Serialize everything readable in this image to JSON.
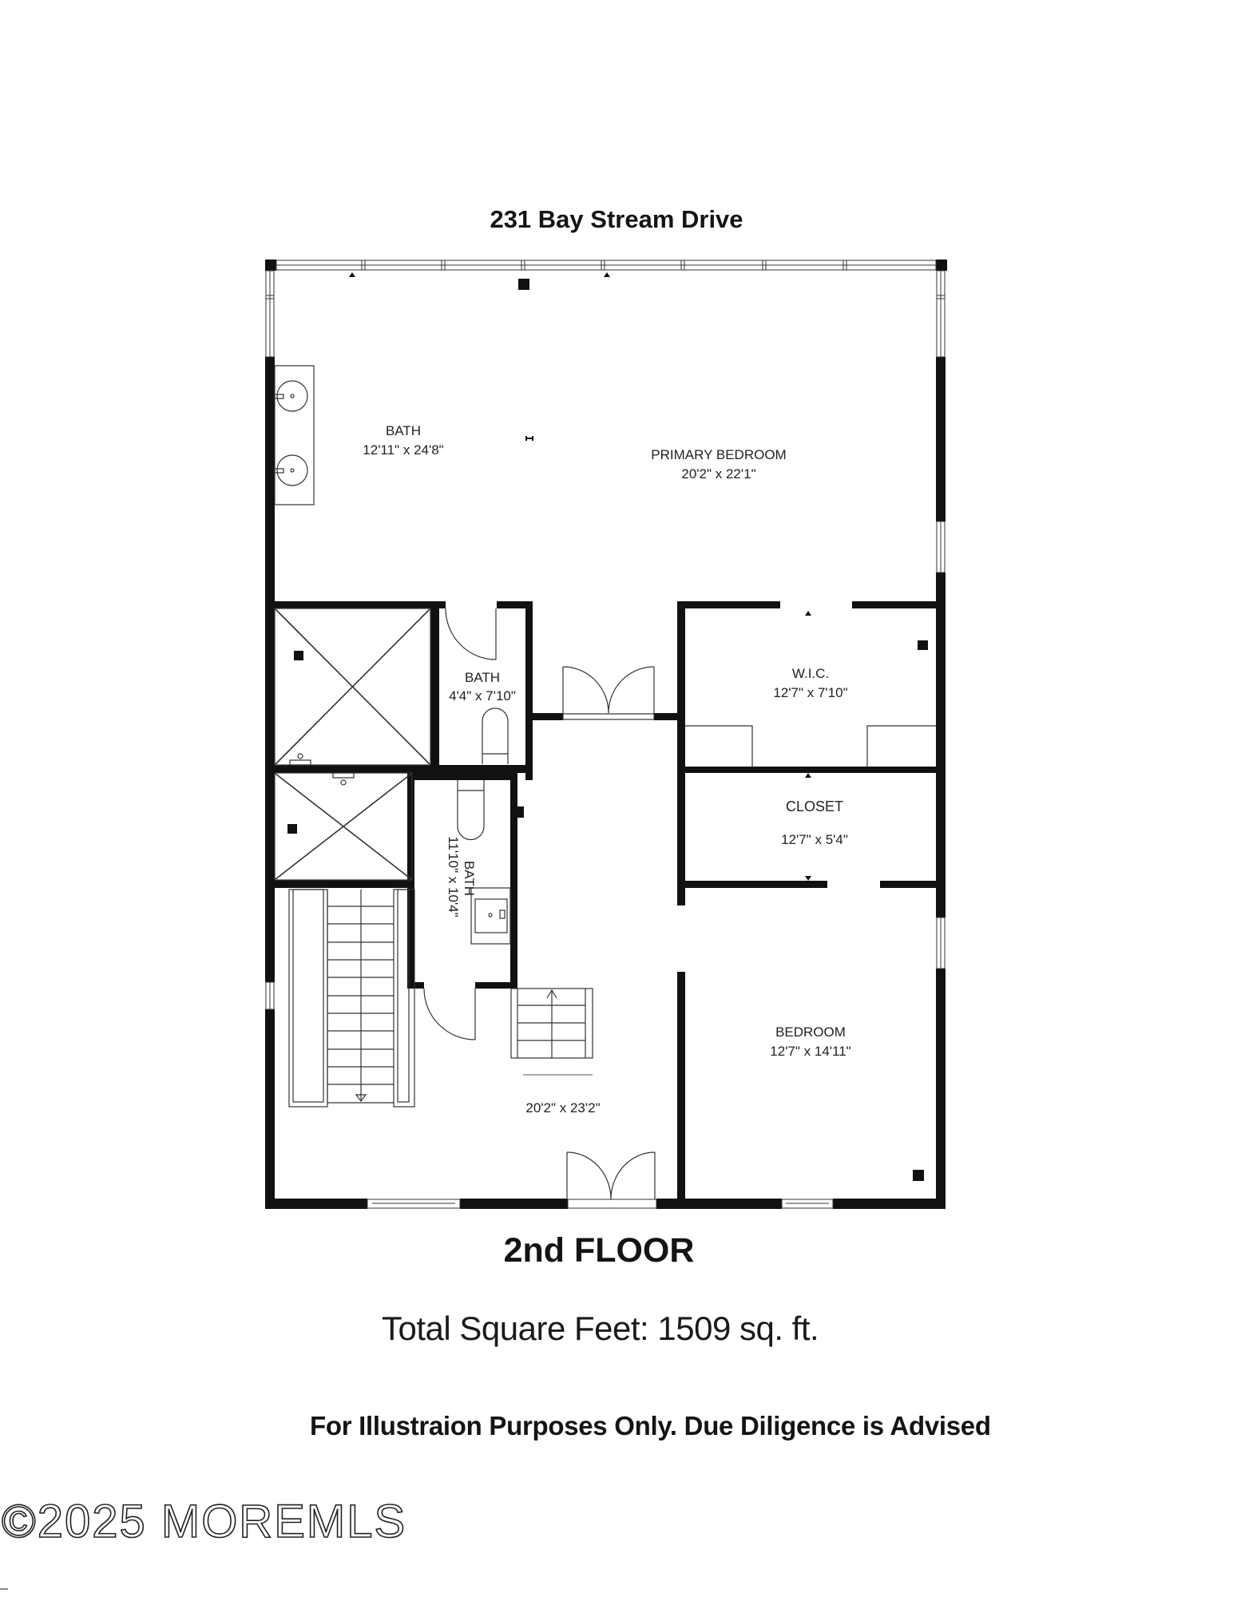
{
  "header": {
    "address": "231 Bay Stream Drive"
  },
  "rooms": [
    {
      "id": "bath-primary",
      "name": "BATH",
      "dimensions": "12'11\" x 24'8\""
    },
    {
      "id": "primary-bedroom",
      "name": "PRIMARY BEDROOM",
      "dimensions": "20'2\" x 22'1\""
    },
    {
      "id": "bath-small",
      "name": "BATH",
      "dimensions": "4'4\" x 7'10\""
    },
    {
      "id": "wic",
      "name": "W.I.C.",
      "dimensions": "12'7\" x 7'10\""
    },
    {
      "id": "closet",
      "name": "CLOSET",
      "dimensions": "12'7\" x 5'4\""
    },
    {
      "id": "bath-hall",
      "name": "BATH",
      "dimensions": "11'10\" x 10'4\""
    },
    {
      "id": "bedroom",
      "name": "BEDROOM",
      "dimensions": "12'7\" x 14'11\""
    },
    {
      "id": "hall",
      "name": "",
      "dimensions": "20'2\" x 23'2\""
    }
  ],
  "footer": {
    "floor_label": "2nd FLOOR",
    "total_sqft": "Total Square Feet:  1509 sq. ft.",
    "disclaimer": "For Illustraion Purposes Only. Due Diligence is Advised",
    "watermark": "©2025 MOREMLS"
  },
  "colors": {
    "wall": "#111111",
    "line": "#333333",
    "background": "#ffffff"
  }
}
